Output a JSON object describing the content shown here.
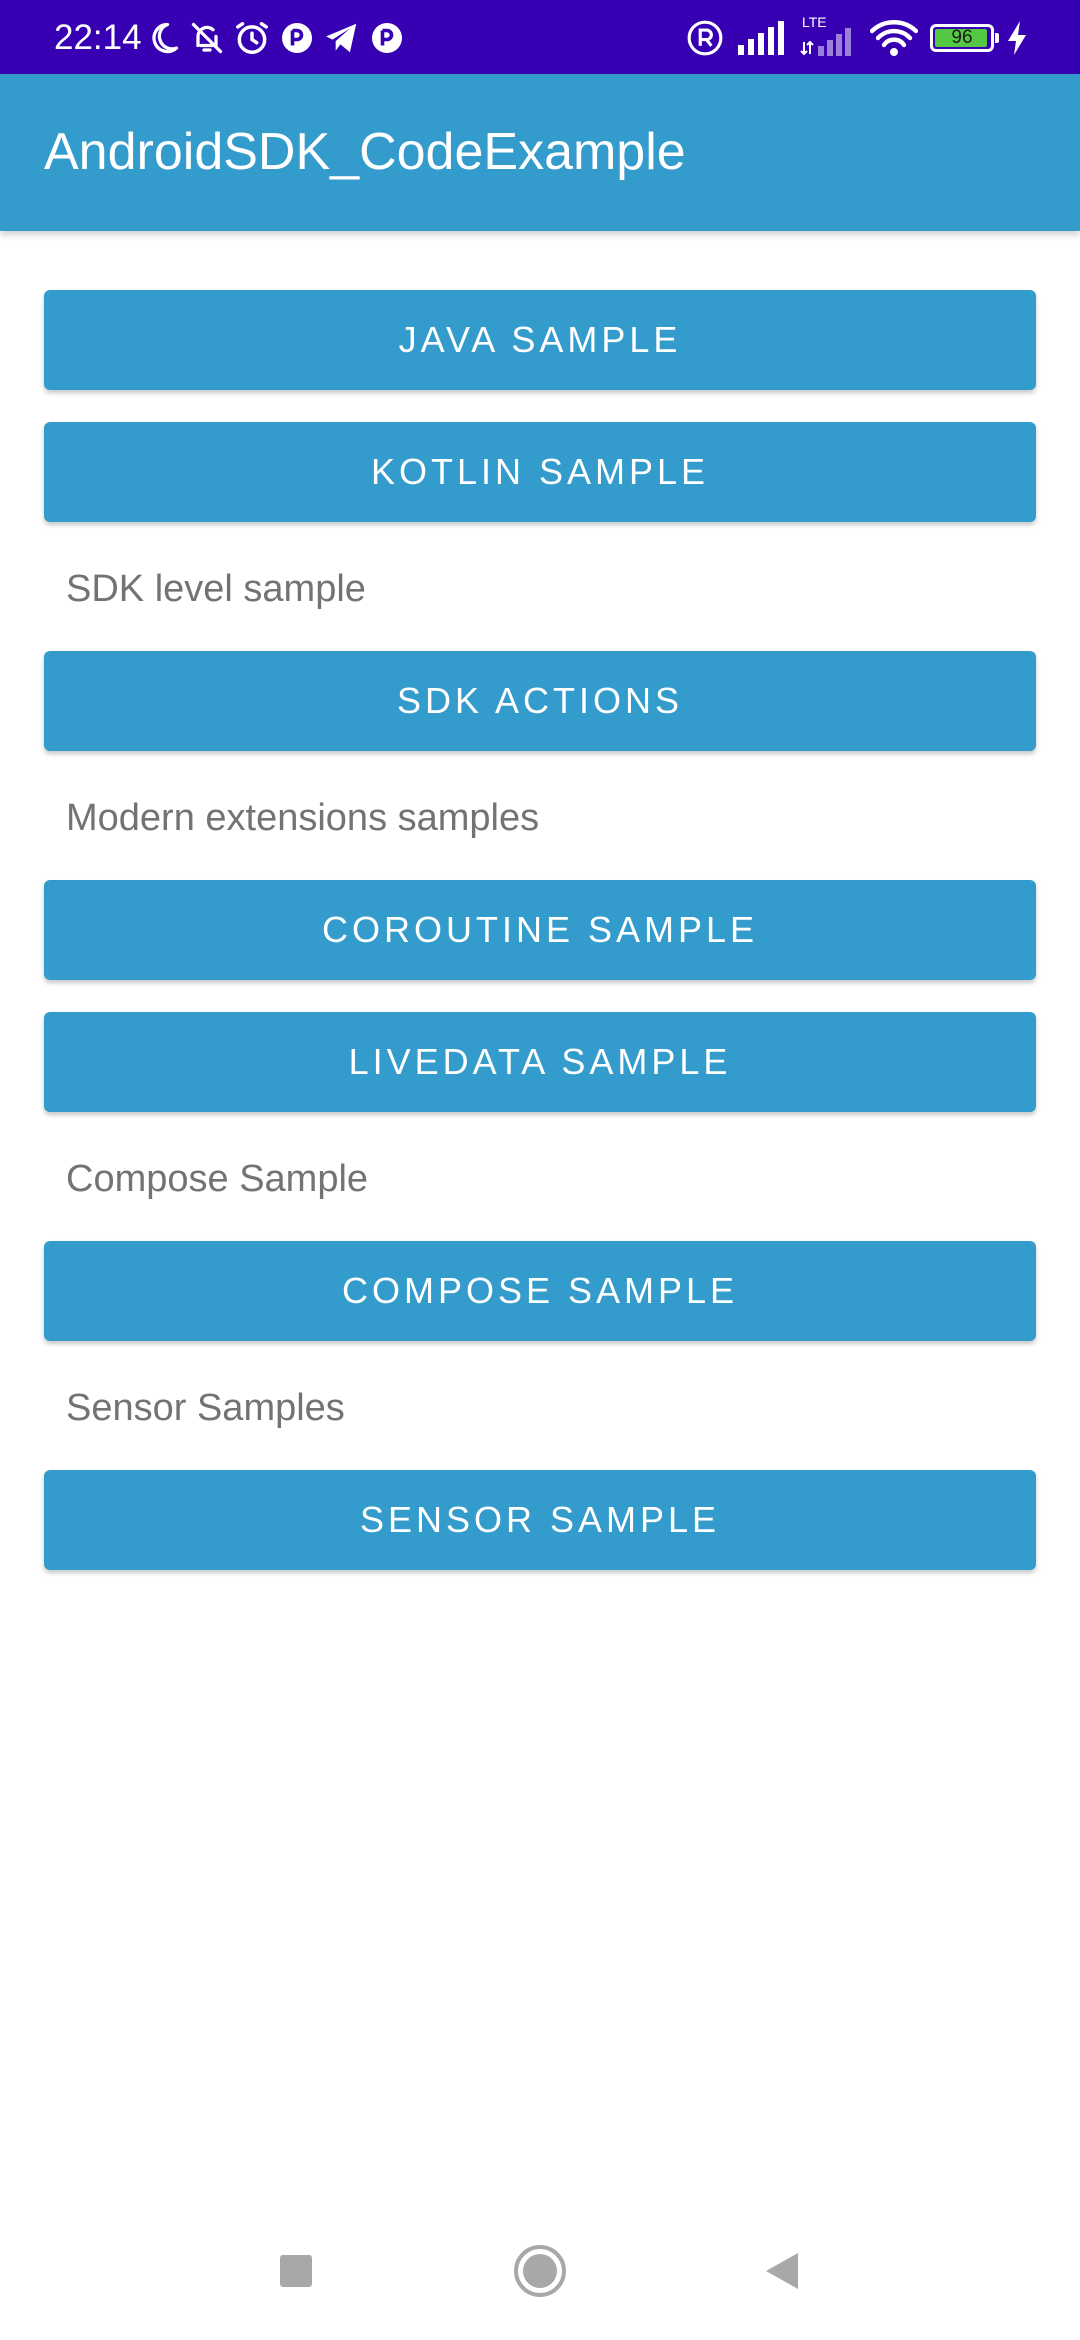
{
  "status_bar": {
    "time": "22:14",
    "battery_level": "96",
    "battery_fraction": 0.96,
    "network_label": "LTE",
    "icons": [
      "moon-icon",
      "bell-off-icon",
      "alarm-icon",
      "app-p-icon",
      "telegram-icon",
      "app-p-icon",
      "registered-icon",
      "signal-icon",
      "lte-signal-icon",
      "wifi-icon",
      "battery-icon",
      "charging-icon"
    ]
  },
  "app_bar": {
    "title": "AndroidSDK_CodeExample"
  },
  "main": {
    "java_button": "JAVA SAMPLE",
    "kotlin_button": "KOTLIN SAMPLE",
    "sdk_level_label": "SDK level sample",
    "sdk_actions_button": "SDK ACTIONS",
    "modern_extensions_label": "Modern extensions samples",
    "coroutine_button": "COROUTINE SAMPLE",
    "livedata_button": "LIVEDATA SAMPLE",
    "compose_label": "Compose Sample",
    "compose_button": "COMPOSE SAMPLE",
    "sensor_label": "Sensor Samples",
    "sensor_button": "SENSOR SAMPLE"
  },
  "nav_bar": {
    "icons": [
      "recents-square-icon",
      "home-circle-icon",
      "back-triangle-icon"
    ]
  },
  "colors": {
    "status_bar": "#3700b3",
    "primary": "#339ccc",
    "label_text": "#737373",
    "battery_fill": "#54c843"
  }
}
